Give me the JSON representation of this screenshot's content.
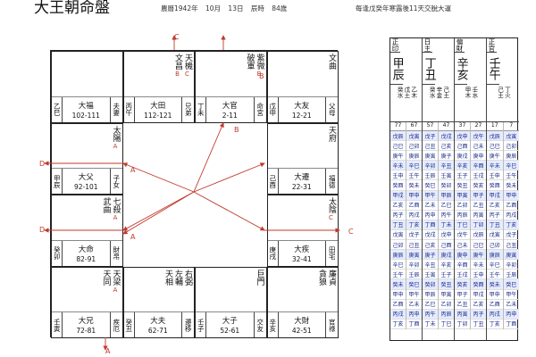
{
  "header": {
    "title": "大王朝命盤",
    "lunar": "農曆1942年",
    "month": "10月",
    "day": "13日",
    "hour": "辰時",
    "age": "84歲",
    "note": "每逢戊癸年寒露後11天交脫大運"
  },
  "palaces": [
    {
      "id": "si",
      "stars": [],
      "stem": "乙巳",
      "name": "大福",
      "range": "102-111",
      "tag": "夫妻",
      "col": 0,
      "row": 0
    },
    {
      "id": "wu",
      "stars": [
        "天機",
        "文昌"
      ],
      "hua": [
        "C",
        "B"
      ],
      "stem": "丙午",
      "name": "大田",
      "range": "112-121",
      "tag": "兄弟",
      "col": 1,
      "row": 0
    },
    {
      "id": "wei",
      "stars": [
        "紫微",
        "破軍"
      ],
      "hua": [
        "B"
      ],
      "stem": "丁未",
      "name": "大官",
      "range": "2-11",
      "tag": "命宮",
      "col": 2,
      "row": 0
    },
    {
      "id": "shen",
      "stars": [
        "文曲"
      ],
      "stem": "戊申",
      "name": "大友",
      "range": "12-21",
      "tag": "父母",
      "col": 3,
      "row": 0
    },
    {
      "id": "chen",
      "stars": [
        "太陽"
      ],
      "hua": [
        "A"
      ],
      "stem": "甲辰",
      "name": "大父",
      "range": "92-101",
      "tag": "子女",
      "col": 0,
      "row": 1
    },
    {
      "id": "you",
      "stars": [
        "天府"
      ],
      "stem": "己酉",
      "name": "大遷",
      "range": "22-31",
      "tag": "福德",
      "col": 3,
      "row": 1
    },
    {
      "id": "mao",
      "stars": [
        "七殺",
        "武曲"
      ],
      "hua": [
        "A"
      ],
      "stem": "癸卯",
      "name": "大命",
      "range": "82-91",
      "tag": "財帛",
      "col": 0,
      "row": 2
    },
    {
      "id": "xu",
      "stars": [
        "太陰"
      ],
      "hua": [
        "C"
      ],
      "stem": "庚戌",
      "name": "大疾",
      "range": "32-41",
      "tag": "田宅",
      "col": 3,
      "row": 2
    },
    {
      "id": "yin",
      "stars": [
        "天梁",
        "天同"
      ],
      "hua": [
        "A"
      ],
      "stem": "壬寅",
      "name": "大兄",
      "range": "72-81",
      "tag": "疾厄",
      "col": 0,
      "row": 3
    },
    {
      "id": "chou",
      "stars": [
        "右弼",
        "左輔",
        "天相"
      ],
      "stem": "癸丑",
      "name": "大夫",
      "range": "62-71",
      "tag": "遷移",
      "col": 1,
      "row": 3
    },
    {
      "id": "zi",
      "stars": [
        "巨門"
      ],
      "stem": "壬子",
      "name": "大子",
      "range": "52-61",
      "tag": "交友",
      "col": 2,
      "row": 3
    },
    {
      "id": "hai",
      "stars": [
        "廉貞",
        "貪狼"
      ],
      "stem": "辛亥",
      "name": "大財",
      "range": "42-51",
      "tag": "官祿",
      "col": 3,
      "row": 3
    }
  ],
  "arrow_labels": [
    "A",
    "A",
    "A",
    "B",
    "B",
    "C",
    "C",
    "D",
    "D"
  ],
  "pillars": [
    {
      "role": "正印",
      "gz": "甲辰",
      "hidden": [
        "乙木",
        "戊土",
        "癸水"
      ]
    },
    {
      "role": "日主",
      "gz": "丁丑",
      "hidden": [
        "己土",
        "辛金",
        "癸水"
      ]
    },
    {
      "role": "偏財",
      "gz": "辛亥",
      "hidden": [
        "壬水",
        "甲木"
      ]
    },
    {
      "role": "正官",
      "gz": "壬午",
      "hidden": [
        "丁火",
        "己土"
      ]
    }
  ],
  "dayun_ages": [
    "77",
    "67",
    "57",
    "47",
    "37",
    "27",
    "17",
    "7"
  ],
  "dayun_years": [
    [
      "戊辰",
      "己巳",
      "庚午",
      "辛未",
      "壬申",
      "癸酉",
      "甲戌",
      "乙亥",
      "丙子",
      "丁丑",
      "戊寅",
      "己卯",
      "庚辰",
      "辛巳",
      "壬午",
      "癸未",
      "甲申",
      "乙酉",
      "丙戌",
      "丁亥"
    ],
    [
      "戊寅",
      "己卯",
      "庚辰",
      "辛巳",
      "壬午",
      "癸未",
      "甲申",
      "乙酉",
      "丙戌",
      "丁亥",
      "戊子",
      "己丑",
      "庚寅",
      "辛卯",
      "壬辰",
      "癸巳",
      "甲午",
      "乙未",
      "丙申",
      "丁酉"
    ],
    [
      "戊子",
      "己丑",
      "庚寅",
      "辛卯",
      "壬辰",
      "癸巳",
      "甲午",
      "乙未",
      "丙申",
      "丁酉",
      "戊戌",
      "己亥",
      "庚子",
      "辛丑",
      "壬寅",
      "癸卯",
      "甲辰",
      "乙巳",
      "丙午",
      "丁未"
    ],
    [
      "戊戌",
      "己亥",
      "庚子",
      "辛丑",
      "壬寅",
      "癸卯",
      "甲辰",
      "乙巳",
      "丙午",
      "丁未",
      "戊申",
      "己酉",
      "庚戌",
      "辛亥",
      "壬子",
      "癸丑",
      "甲寅",
      "乙卯",
      "丙辰",
      "丁巳"
    ],
    [
      "戊申",
      "己酉",
      "庚戌",
      "辛亥",
      "壬子",
      "癸丑",
      "甲寅",
      "乙卯",
      "丙辰",
      "丁巳",
      "戊午",
      "己未",
      "庚申",
      "辛酉",
      "壬戌",
      "癸亥",
      "甲子",
      "乙丑",
      "丙寅",
      "丁卯"
    ],
    [
      "戊午",
      "己未",
      "庚申",
      "辛酉",
      "壬戌",
      "癸亥",
      "甲子",
      "乙丑",
      "丙寅",
      "丁卯",
      "戊辰",
      "己巳",
      "庚午",
      "辛未",
      "壬申",
      "癸酉",
      "甲戌",
      "乙亥",
      "丙子",
      "丁丑"
    ],
    [
      "戊辰",
      "己巳",
      "庚午",
      "辛未",
      "壬申",
      "癸酉",
      "甲戌",
      "乙亥",
      "丙子",
      "丁丑",
      "戊寅",
      "己卯",
      "庚辰",
      "辛巳",
      "壬午",
      "癸未",
      "甲申",
      "乙酉",
      "丙戌",
      "丁亥"
    ],
    [
      "戊寅",
      "己卯",
      "庚辰",
      "辛巳",
      "壬午",
      "癸未",
      "甲申",
      "乙酉",
      "丙戌",
      "丁亥",
      "戊子",
      "己丑",
      "庚寅",
      "辛卯",
      "壬辰",
      "癸巳",
      "甲午",
      "乙未",
      "丙申",
      "丁酉"
    ]
  ],
  "colors": {
    "arrow": "#c0392b",
    "line": "#222222",
    "year_text": "#1a2a8a"
  }
}
